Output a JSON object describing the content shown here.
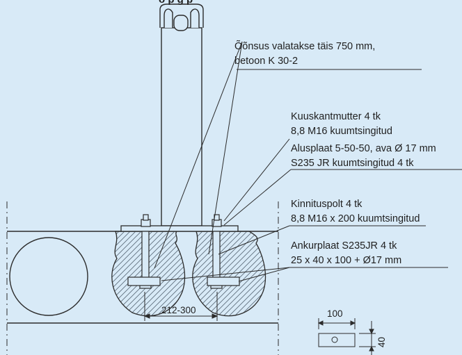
{
  "title_fragment": "o       p        g                p",
  "labels": {
    "concrete": {
      "line1": "Õõnsus valatakse täis 750 mm,",
      "line2": "betoon K 30-2"
    },
    "hex_nut": {
      "line1": "Kuuskantmutter 4 tk",
      "line2": "8,8 M16 kuumtsingitud"
    },
    "base_plate": {
      "line1": "Alusplaat 5-50-50, ava Ø 17 mm",
      "line2": "S235 JR kuumtsingitud 4 tk"
    },
    "bolt": {
      "line1": "Kinnituspolt 4 tk",
      "line2": "8,8 M16 x 200 kuumtsingitud"
    },
    "anchor_plate": {
      "line1": "Ankurplaat S235JR 4 tk",
      "line2": "25 x 40 x 100 + Ø17 mm"
    }
  },
  "dimensions": {
    "bolt_spacing": "212-300",
    "plate_width": "100",
    "plate_height": "40"
  }
}
